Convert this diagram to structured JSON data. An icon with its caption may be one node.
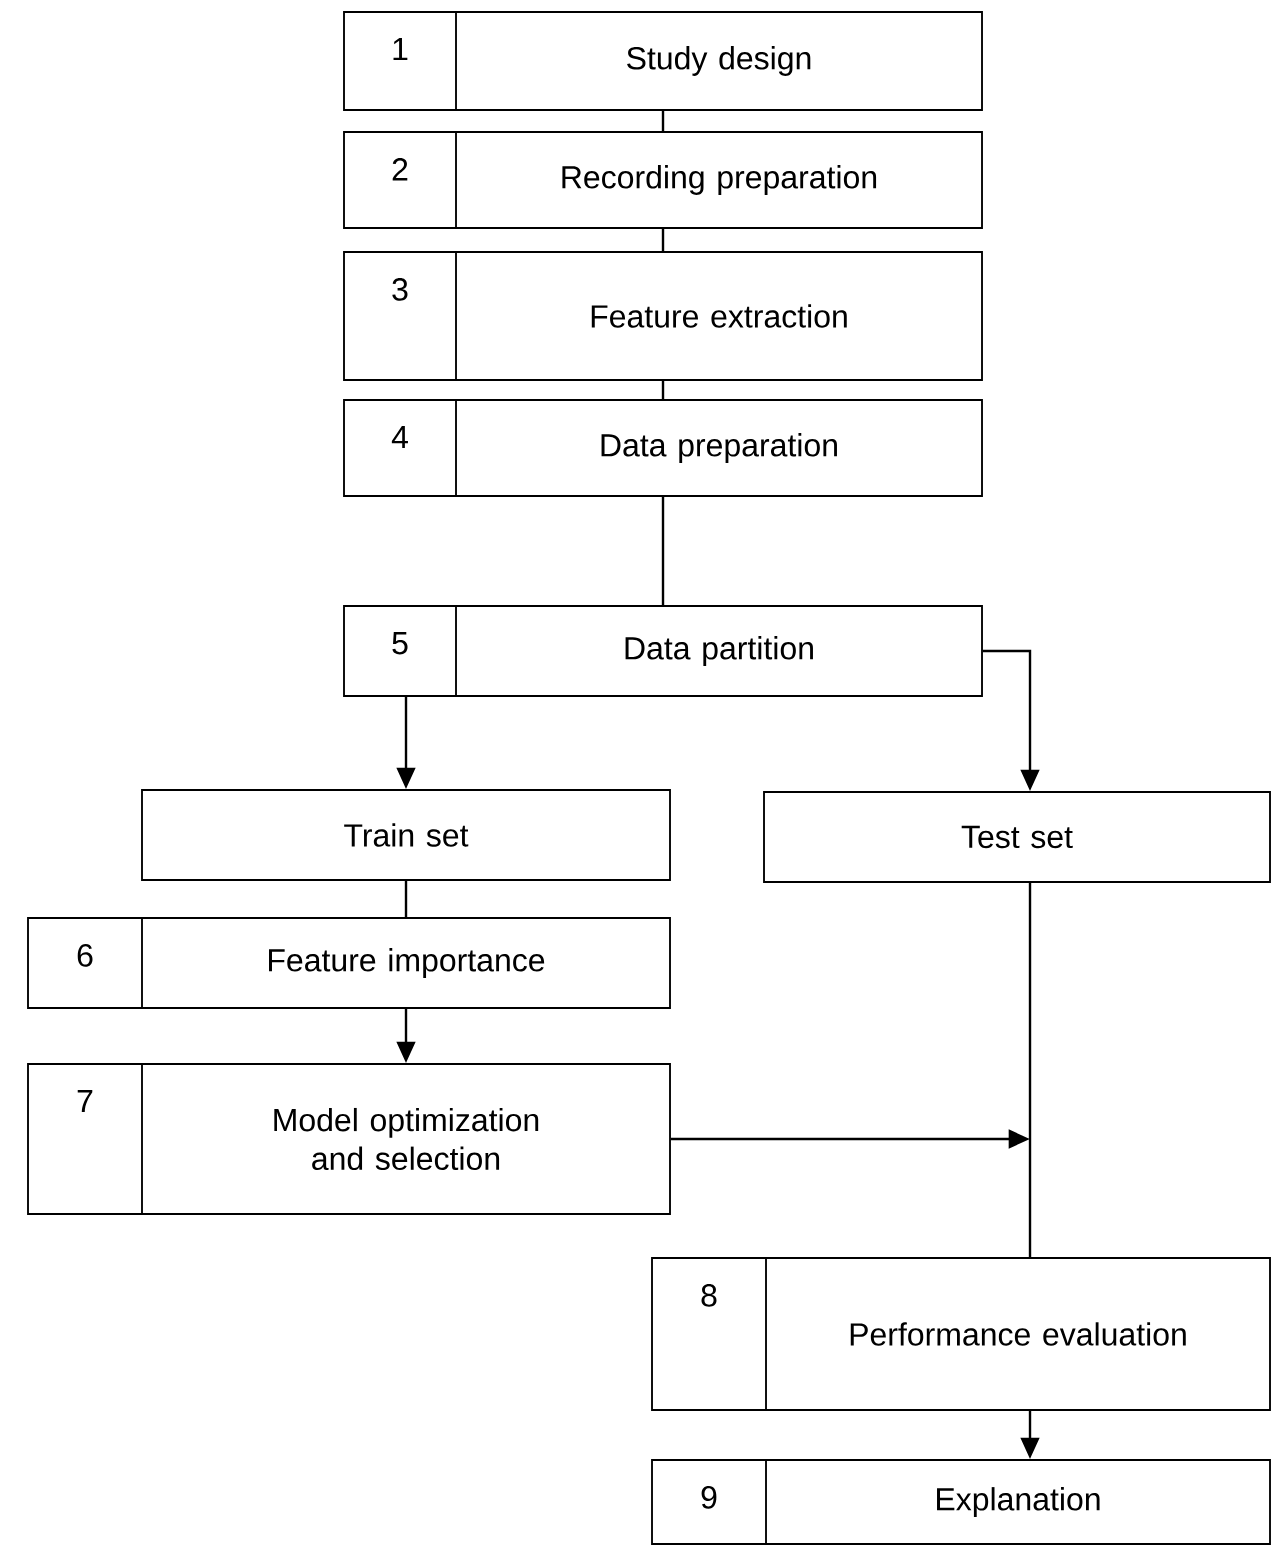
{
  "diagram": {
    "nodes": [
      {
        "text": [
          "1",
          "Study design"
        ]
      },
      {
        "text": [
          "2",
          "Recording preparation"
        ]
      },
      {
        "text": [
          "3",
          "Feature extraction"
        ]
      },
      {
        "text": [
          "4",
          "Data preparation"
        ]
      },
      {
        "text": [
          "5",
          "Data partition"
        ]
      },
      {
        "text": [
          "Train set"
        ]
      },
      {
        "text": [
          "Test set"
        ]
      },
      {
        "text": [
          "6",
          "Feature importance"
        ]
      },
      {
        "text": [
          "7",
          "Model optimization and selection"
        ]
      },
      {
        "text": [
          "8",
          "Performance evaluation"
        ]
      },
      {
        "text": [
          "9",
          "Explanation"
        ]
      }
    ],
    "edges": [
      {
        "from": 0,
        "to": 1,
        "arrow": "none"
      },
      {
        "from": 1,
        "to": 2,
        "arrow": "none"
      },
      {
        "from": 2,
        "to": 3,
        "arrow": "none"
      },
      {
        "from": 3,
        "to": 4,
        "arrow": "none"
      },
      {
        "from": 4,
        "to": 5,
        "arrow": "to"
      },
      {
        "from": 4,
        "to": 6,
        "arrow": "to"
      },
      {
        "from": 5,
        "to": 7,
        "arrow": "none"
      },
      {
        "from": 7,
        "to": 8,
        "arrow": "to"
      },
      {
        "from": 6,
        "to": 9,
        "arrow": "none"
      },
      {
        "from": 8,
        "to": null,
        "arrow": "to"
      },
      {
        "from": 9,
        "to": 10,
        "arrow": "to"
      }
    ]
  }
}
